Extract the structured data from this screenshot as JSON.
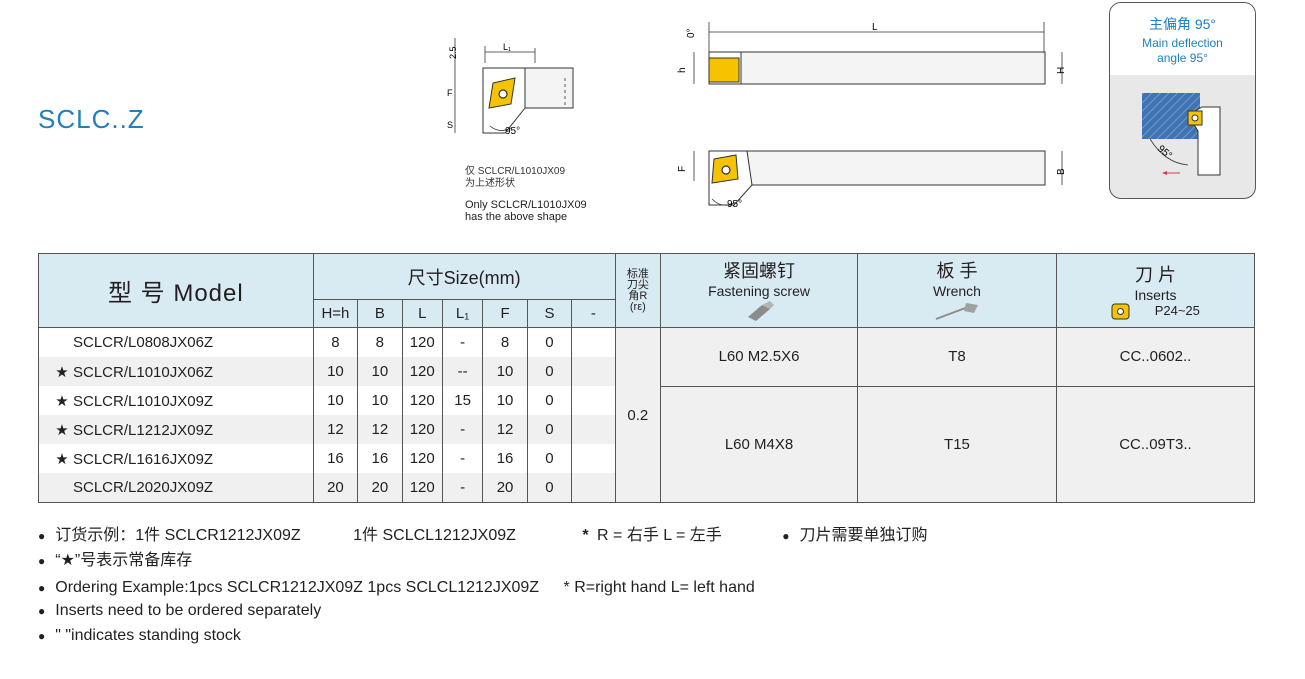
{
  "product": {
    "series_title": "SCLC..Z"
  },
  "note": {
    "cn_line1": "仅 SCLCR/L1010JX09",
    "cn_line2": "为上述形状",
    "en_line1": "Only SCLCR/L1010JX09",
    "en_line2": "has the above shape"
  },
  "drawing": {
    "dim_L1": "L₁",
    "dim_2_5": "2.5",
    "dim_F": "F",
    "dim_S": "S",
    "dim_angle": "95°",
    "dim_L": "L",
    "dim_0deg": "0°",
    "dim_h": "h",
    "dim_H": "H",
    "dim_B": "B",
    "insert_color": "#f6c300"
  },
  "deflection": {
    "cn": "主偏角 95°",
    "en_line1": "Main deflection",
    "en_line2": "angle 95°",
    "angle_label": "95°"
  },
  "table": {
    "model_header": "型  号  Model",
    "size_header": "尺寸Size(mm)",
    "size_columns": [
      "H=h",
      "B",
      "L",
      "L₁",
      "F",
      "S",
      "-"
    ],
    "radius_header": [
      "标准",
      "刀尖",
      "角R",
      "(rε)"
    ],
    "screw_header": {
      "cn": "紧固螺钉",
      "en": "Fastening screw"
    },
    "wrench_header": {
      "cn": "板 手",
      "en": "Wrench"
    },
    "insert_header": {
      "cn": "刀 片",
      "en": "Inserts",
      "page": "P24~25"
    },
    "rows": [
      {
        "star": "",
        "model": "SCLCR/L0808JX06Z",
        "Hh": "8",
        "B": "8",
        "L": "120",
        "L1": "-",
        "F": "8",
        "S": "0",
        "dash": ""
      },
      {
        "star": "★",
        "model": "SCLCR/L1010JX06Z",
        "Hh": "10",
        "B": "10",
        "L": "120",
        "L1": "--",
        "F": "10",
        "S": "0",
        "dash": ""
      },
      {
        "star": "★",
        "model": "SCLCR/L1010JX09Z",
        "Hh": "10",
        "B": "10",
        "L": "120",
        "L1": "15",
        "F": "10",
        "S": "0",
        "dash": ""
      },
      {
        "star": "★",
        "model": "SCLCR/L1212JX09Z",
        "Hh": "12",
        "B": "12",
        "L": "120",
        "L1": "-",
        "F": "12",
        "S": "0",
        "dash": ""
      },
      {
        "star": "★",
        "model": "SCLCR/L1616JX09Z",
        "Hh": "16",
        "B": "16",
        "L": "120",
        "L1": "-",
        "F": "16",
        "S": "0",
        "dash": ""
      },
      {
        "star": "",
        "model": "SCLCR/L2020JX09Z",
        "Hh": "20",
        "B": "20",
        "L": "120",
        "L1": "-",
        "F": "20",
        "S": "0",
        "dash": ""
      }
    ],
    "radius_value": "0.2",
    "groups": [
      {
        "screw": "L60 M2.5X6",
        "wrench": "T8",
        "insert": "CC..0602.."
      },
      {
        "screw": "L60 M4X8",
        "wrench": "T15",
        "insert": "CC..09T3.."
      }
    ]
  },
  "footnotes": {
    "cn_order": "订货示例：1件  SCLCR1212JX09Z",
    "cn_order2": "1件 SCLCL1212JX09Z",
    "cn_hand": "R = 右手    L = 左手",
    "cn_hand_mark": "*",
    "cn_inserts": "刀片需要单独订购",
    "cn_stock": "“★”号表示常备库存",
    "en_order": "Ordering Example:1pcs SCLCR1212JX09Z   1pcs SCLCL1212JX09Z",
    "en_hand": "* R=right hand     L= left hand",
    "en_inserts": "Inserts need to be ordered separately",
    "en_stock": "\"    \"indicates standing stock"
  }
}
